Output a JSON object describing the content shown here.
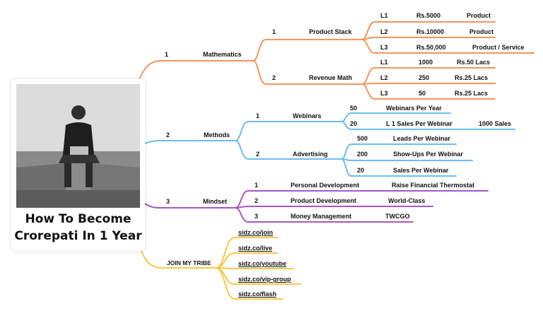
{
  "central": {
    "title_line1": "How To Become",
    "title_line2": "Crorepati In 1 Year"
  },
  "colors": {
    "mathematics": "#f7945c",
    "methods": "#6cbcf4",
    "mindset": "#a656c6",
    "tribe": "#f6c945"
  },
  "branches": {
    "mathematics": {
      "number": "1",
      "label": "Mathematics",
      "product_stack": {
        "number": "1",
        "label": "Product Stack",
        "items": [
          {
            "level": "L1",
            "price": "Rs.5000",
            "type": "Product"
          },
          {
            "level": "L2",
            "price": "Rs.10000",
            "type": "Product"
          },
          {
            "level": "L3",
            "price": "Rs.50,000",
            "type": "Product / Service"
          }
        ]
      },
      "revenue_math": {
        "number": "2",
        "label": "Revenue Math",
        "items": [
          {
            "level": "L1",
            "count": "1000",
            "amount": "Rs.50 Lacs"
          },
          {
            "level": "L2",
            "count": "250",
            "amount": "Rs.25 Lacs"
          },
          {
            "level": "L3",
            "count": "50",
            "amount": "Rs.25 Lacs"
          }
        ]
      }
    },
    "methods": {
      "number": "2",
      "label": "Methods",
      "webinars": {
        "number": "1",
        "label": "Webinars",
        "items": [
          {
            "value": "50",
            "text": "Webinars Per Year"
          },
          {
            "value": "20",
            "text": "L 1 Sales Per Webinar",
            "extra": "1000 Sales"
          }
        ]
      },
      "advertising": {
        "number": "2",
        "label": "Advertising",
        "items": [
          {
            "value": "500",
            "text": "Leads Per Webinar"
          },
          {
            "value": "200",
            "text": "Show-Ups Per Webinar"
          },
          {
            "value": "20",
            "text": "Sales Per Webinar"
          }
        ]
      }
    },
    "mindset": {
      "number": "3",
      "label": "Mindset",
      "items": [
        {
          "number": "1",
          "label": "Personal Development",
          "detail": "Raise Financial Thermostat"
        },
        {
          "number": "2",
          "label": "Product Development",
          "detail": "World-Class"
        },
        {
          "number": "3",
          "label": "Money Management",
          "detail": "TWCGO"
        }
      ]
    },
    "tribe": {
      "label": "JOIN MY TRIBE",
      "links": [
        "sidz.co/join",
        "sidz.co/live",
        "sidz.co/youtube",
        "sidz.co/vip-group",
        "sidz.co/flash"
      ]
    }
  }
}
